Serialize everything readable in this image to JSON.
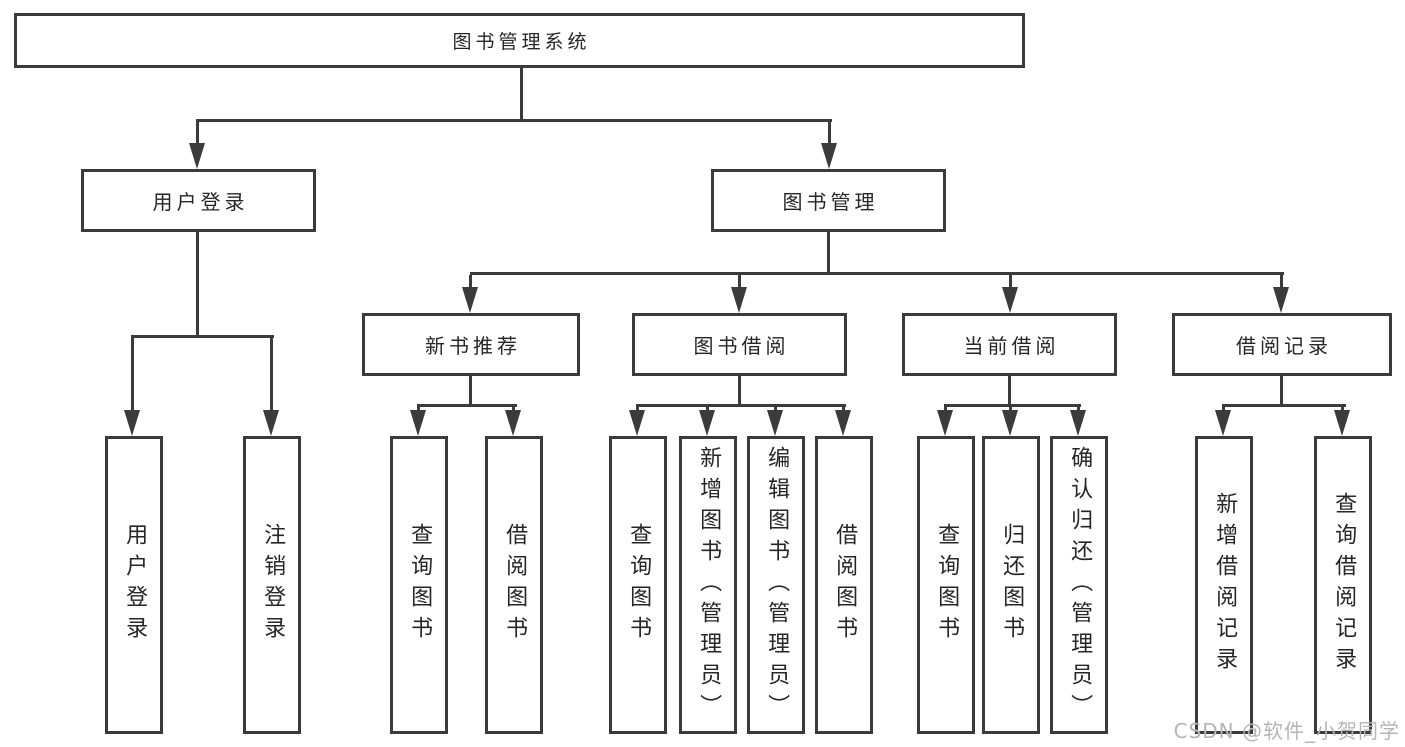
{
  "tree": {
    "root": {
      "label": "图书管理系统",
      "children": [
        {
          "label": "用户登录",
          "children": [
            {
              "label": "用户登录"
            },
            {
              "label": "注销登录"
            }
          ]
        },
        {
          "label": "图书管理",
          "children": [
            {
              "label": "新书推荐",
              "children": [
                {
                  "label": "查询图书"
                },
                {
                  "label": "借阅图书"
                }
              ]
            },
            {
              "label": "图书借阅",
              "children": [
                {
                  "label": "查询图书"
                },
                {
                  "label": "新增图书（管理员）"
                },
                {
                  "label": "编辑图书（管理员）"
                },
                {
                  "label": "借阅图书"
                }
              ]
            },
            {
              "label": "当前借阅",
              "children": [
                {
                  "label": "查询图书"
                },
                {
                  "label": "归还图书"
                },
                {
                  "label": "确认归还（管理员）"
                }
              ]
            },
            {
              "label": "借阅记录",
              "children": [
                {
                  "label": "新增借阅记录"
                },
                {
                  "label": "查询借阅记录"
                }
              ]
            }
          ]
        }
      ]
    }
  },
  "watermark": {
    "text": "CSDN @软件_小贺同学"
  },
  "colors": {
    "line": "#3b3b3b",
    "text": "#262626",
    "background": "#ffffff",
    "watermark": "#b5b5b5"
  }
}
